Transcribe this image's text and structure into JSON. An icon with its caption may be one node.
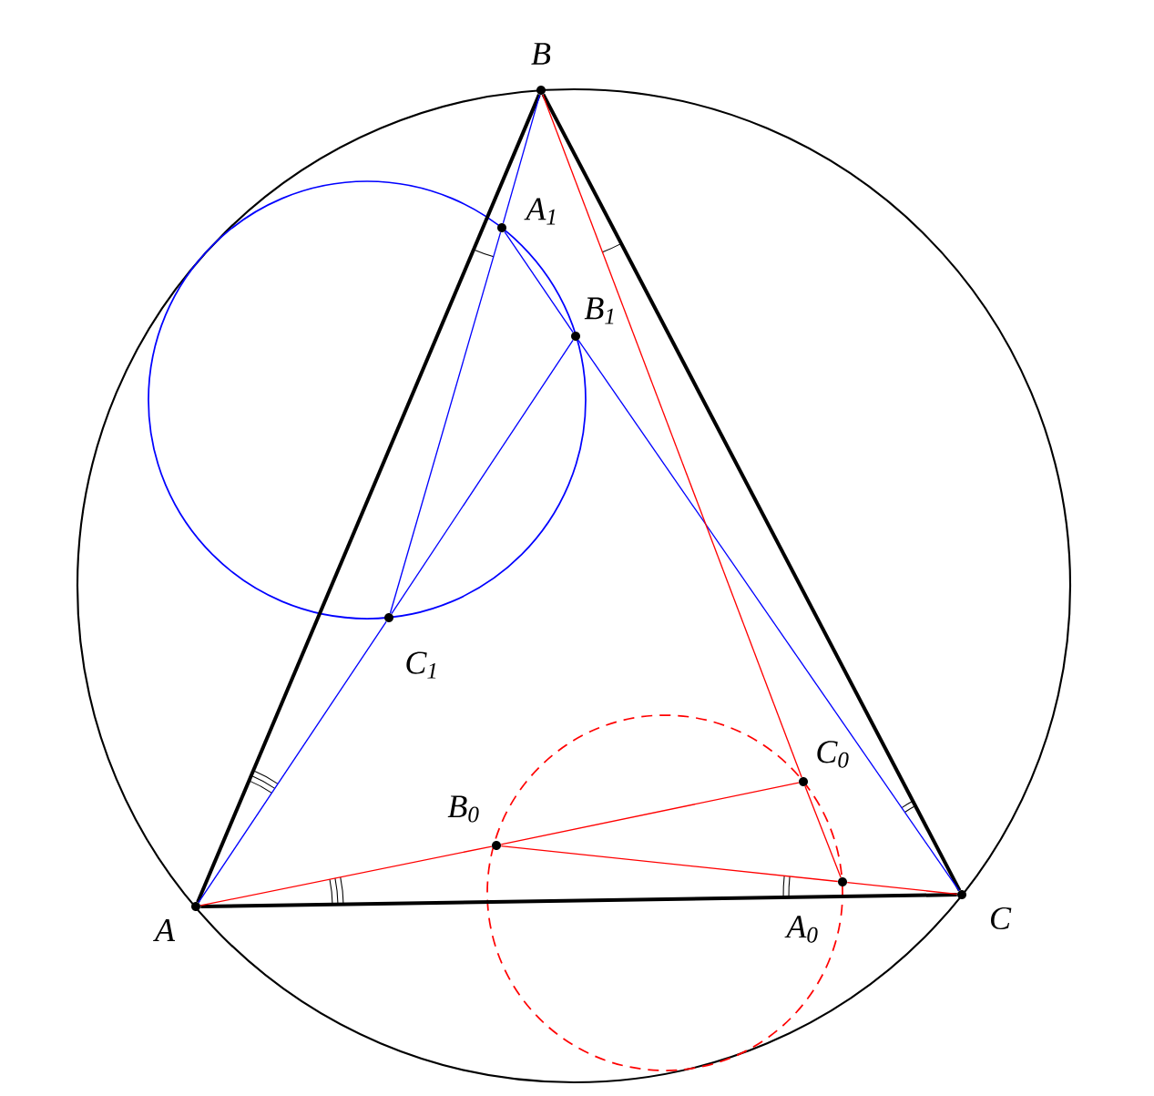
{
  "diagram": {
    "nodes": [
      {
        "text": [
          "B"
        ]
      },
      {
        "text": [
          "A$_{1}$"
        ]
      },
      {
        "text": [
          "B$_{1}$"
        ]
      },
      {
        "text": [
          "C$_{1}$"
        ]
      },
      {
        "text": [
          "C$_{0}$"
        ]
      },
      {
        "text": [
          "B$_{0}$"
        ]
      },
      {
        "text": [
          "A"
        ]
      },
      {
        "text": [
          "C"
        ]
      },
      {
        "text": [
          "A$_{0}$"
        ]
      }
    ],
    "edges": [
      {
        "from": 6,
        "to": 0,
        "arrow": "none",
        "style": "thick",
        "color": "#000000"
      },
      {
        "from": 0,
        "to": 7,
        "arrow": "none",
        "style": "thick",
        "color": "#000000"
      },
      {
        "from": 6,
        "to": 7,
        "arrow": "none",
        "style": "thick",
        "color": "#000000"
      },
      {
        "from": 6,
        "to": 3,
        "arrow": "none",
        "color": "#0000ff"
      },
      {
        "from": 3,
        "to": 2,
        "arrow": "none",
        "color": "#0000ff"
      },
      {
        "from": 0,
        "to": 1,
        "arrow": "none",
        "color": "#0000ff"
      },
      {
        "from": 1,
        "to": 3,
        "arrow": "none",
        "color": "#0000ff"
      },
      {
        "from": 1,
        "to": 2,
        "arrow": "none",
        "color": "#0000ff"
      },
      {
        "from": 2,
        "to": 7,
        "arrow": "none",
        "color": "#0000ff"
      },
      {
        "from": 0,
        "to": 4,
        "arrow": "none",
        "color": "#ff0000"
      },
      {
        "from": 4,
        "to": 8,
        "arrow": "none",
        "color": "#ff0000"
      },
      {
        "from": 6,
        "to": 5,
        "arrow": "none",
        "color": "#ff0000"
      },
      {
        "from": 5,
        "to": 4,
        "arrow": "none",
        "color": "#ff0000"
      },
      {
        "from": 5,
        "to": 8,
        "arrow": "none",
        "color": "#ff0000"
      },
      {
        "from": 8,
        "to": 7,
        "arrow": "none",
        "color": "#ff0000"
      }
    ]
  }
}
